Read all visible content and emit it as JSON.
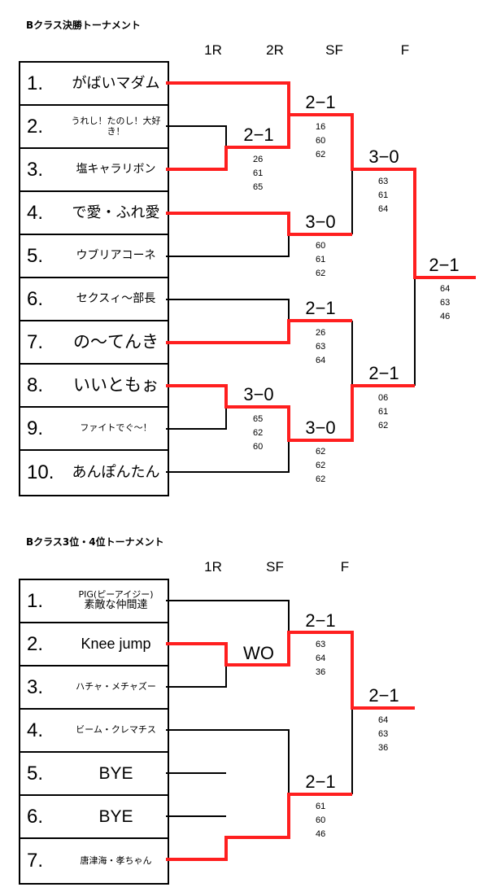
{
  "main": {
    "title": "Bクラス決勝トーナメント",
    "rounds": [
      "1R",
      "2R",
      "SF",
      "F"
    ],
    "entries": [
      {
        "seed": "1.",
        "name": "がばいマダム"
      },
      {
        "seed": "2.",
        "name": "うれし！たのし！大好き！"
      },
      {
        "seed": "3.",
        "name": "塩キャラリボン"
      },
      {
        "seed": "4.",
        "name": "で愛・ふれ愛"
      },
      {
        "seed": "5.",
        "name": "ウブリアコーネ"
      },
      {
        "seed": "6.",
        "name": "セクスィ～部長"
      },
      {
        "seed": "7.",
        "name": "の～てんき"
      },
      {
        "seed": "8.",
        "name": "いいともぉ"
      },
      {
        "seed": "9.",
        "name": "ファイトでぐ～！"
      },
      {
        "seed": "10.",
        "name": "あんぽんたん"
      }
    ],
    "results": [
      {
        "score": "2−1",
        "sets": [
          "26",
          "61",
          "65"
        ]
      },
      {
        "score": "2−1",
        "sets": [
          "16",
          "60",
          "62"
        ]
      },
      {
        "score": "3−0",
        "sets": [
          "60",
          "61",
          "62"
        ]
      },
      {
        "score": "2−1",
        "sets": [
          "26",
          "63",
          "64"
        ]
      },
      {
        "score": "3−0",
        "sets": [
          "65",
          "62",
          "60"
        ]
      },
      {
        "score": "3−0",
        "sets": [
          "62",
          "62",
          "62"
        ]
      },
      {
        "score": "3−0",
        "sets": [
          "63",
          "61",
          "64"
        ]
      },
      {
        "score": "2−1",
        "sets": [
          "06",
          "61",
          "62"
        ]
      },
      {
        "score": "2−1",
        "sets": [
          "64",
          "63",
          "46"
        ]
      }
    ]
  },
  "third": {
    "title": "Bクラス3位・4位トーナメント",
    "rounds": [
      "1R",
      "SF",
      "F"
    ],
    "entries": [
      {
        "seed": "1.",
        "name1": "PIG(ピーアイジー)",
        "name2": "素敵な仲間達"
      },
      {
        "seed": "2.",
        "name": "Knee jump"
      },
      {
        "seed": "3.",
        "name": "ハチャ・メチャズー"
      },
      {
        "seed": "4.",
        "name": "ビーム・クレマチス"
      },
      {
        "seed": "5.",
        "name": "BYE"
      },
      {
        "seed": "6.",
        "name": "BYE"
      },
      {
        "seed": "7.",
        "name": "唐津海・孝ちゃん"
      }
    ],
    "results": [
      {
        "score": "WO",
        "sets": []
      },
      {
        "score": "2−1",
        "sets": [
          "63",
          "64",
          "36"
        ]
      },
      {
        "score": "2−1",
        "sets": [
          "61",
          "60",
          "46"
        ]
      },
      {
        "score": "2−1",
        "sets": [
          "64",
          "63",
          "36"
        ]
      }
    ]
  },
  "colors": {
    "winner_line": "#ff1f1f",
    "line": "#000000"
  }
}
